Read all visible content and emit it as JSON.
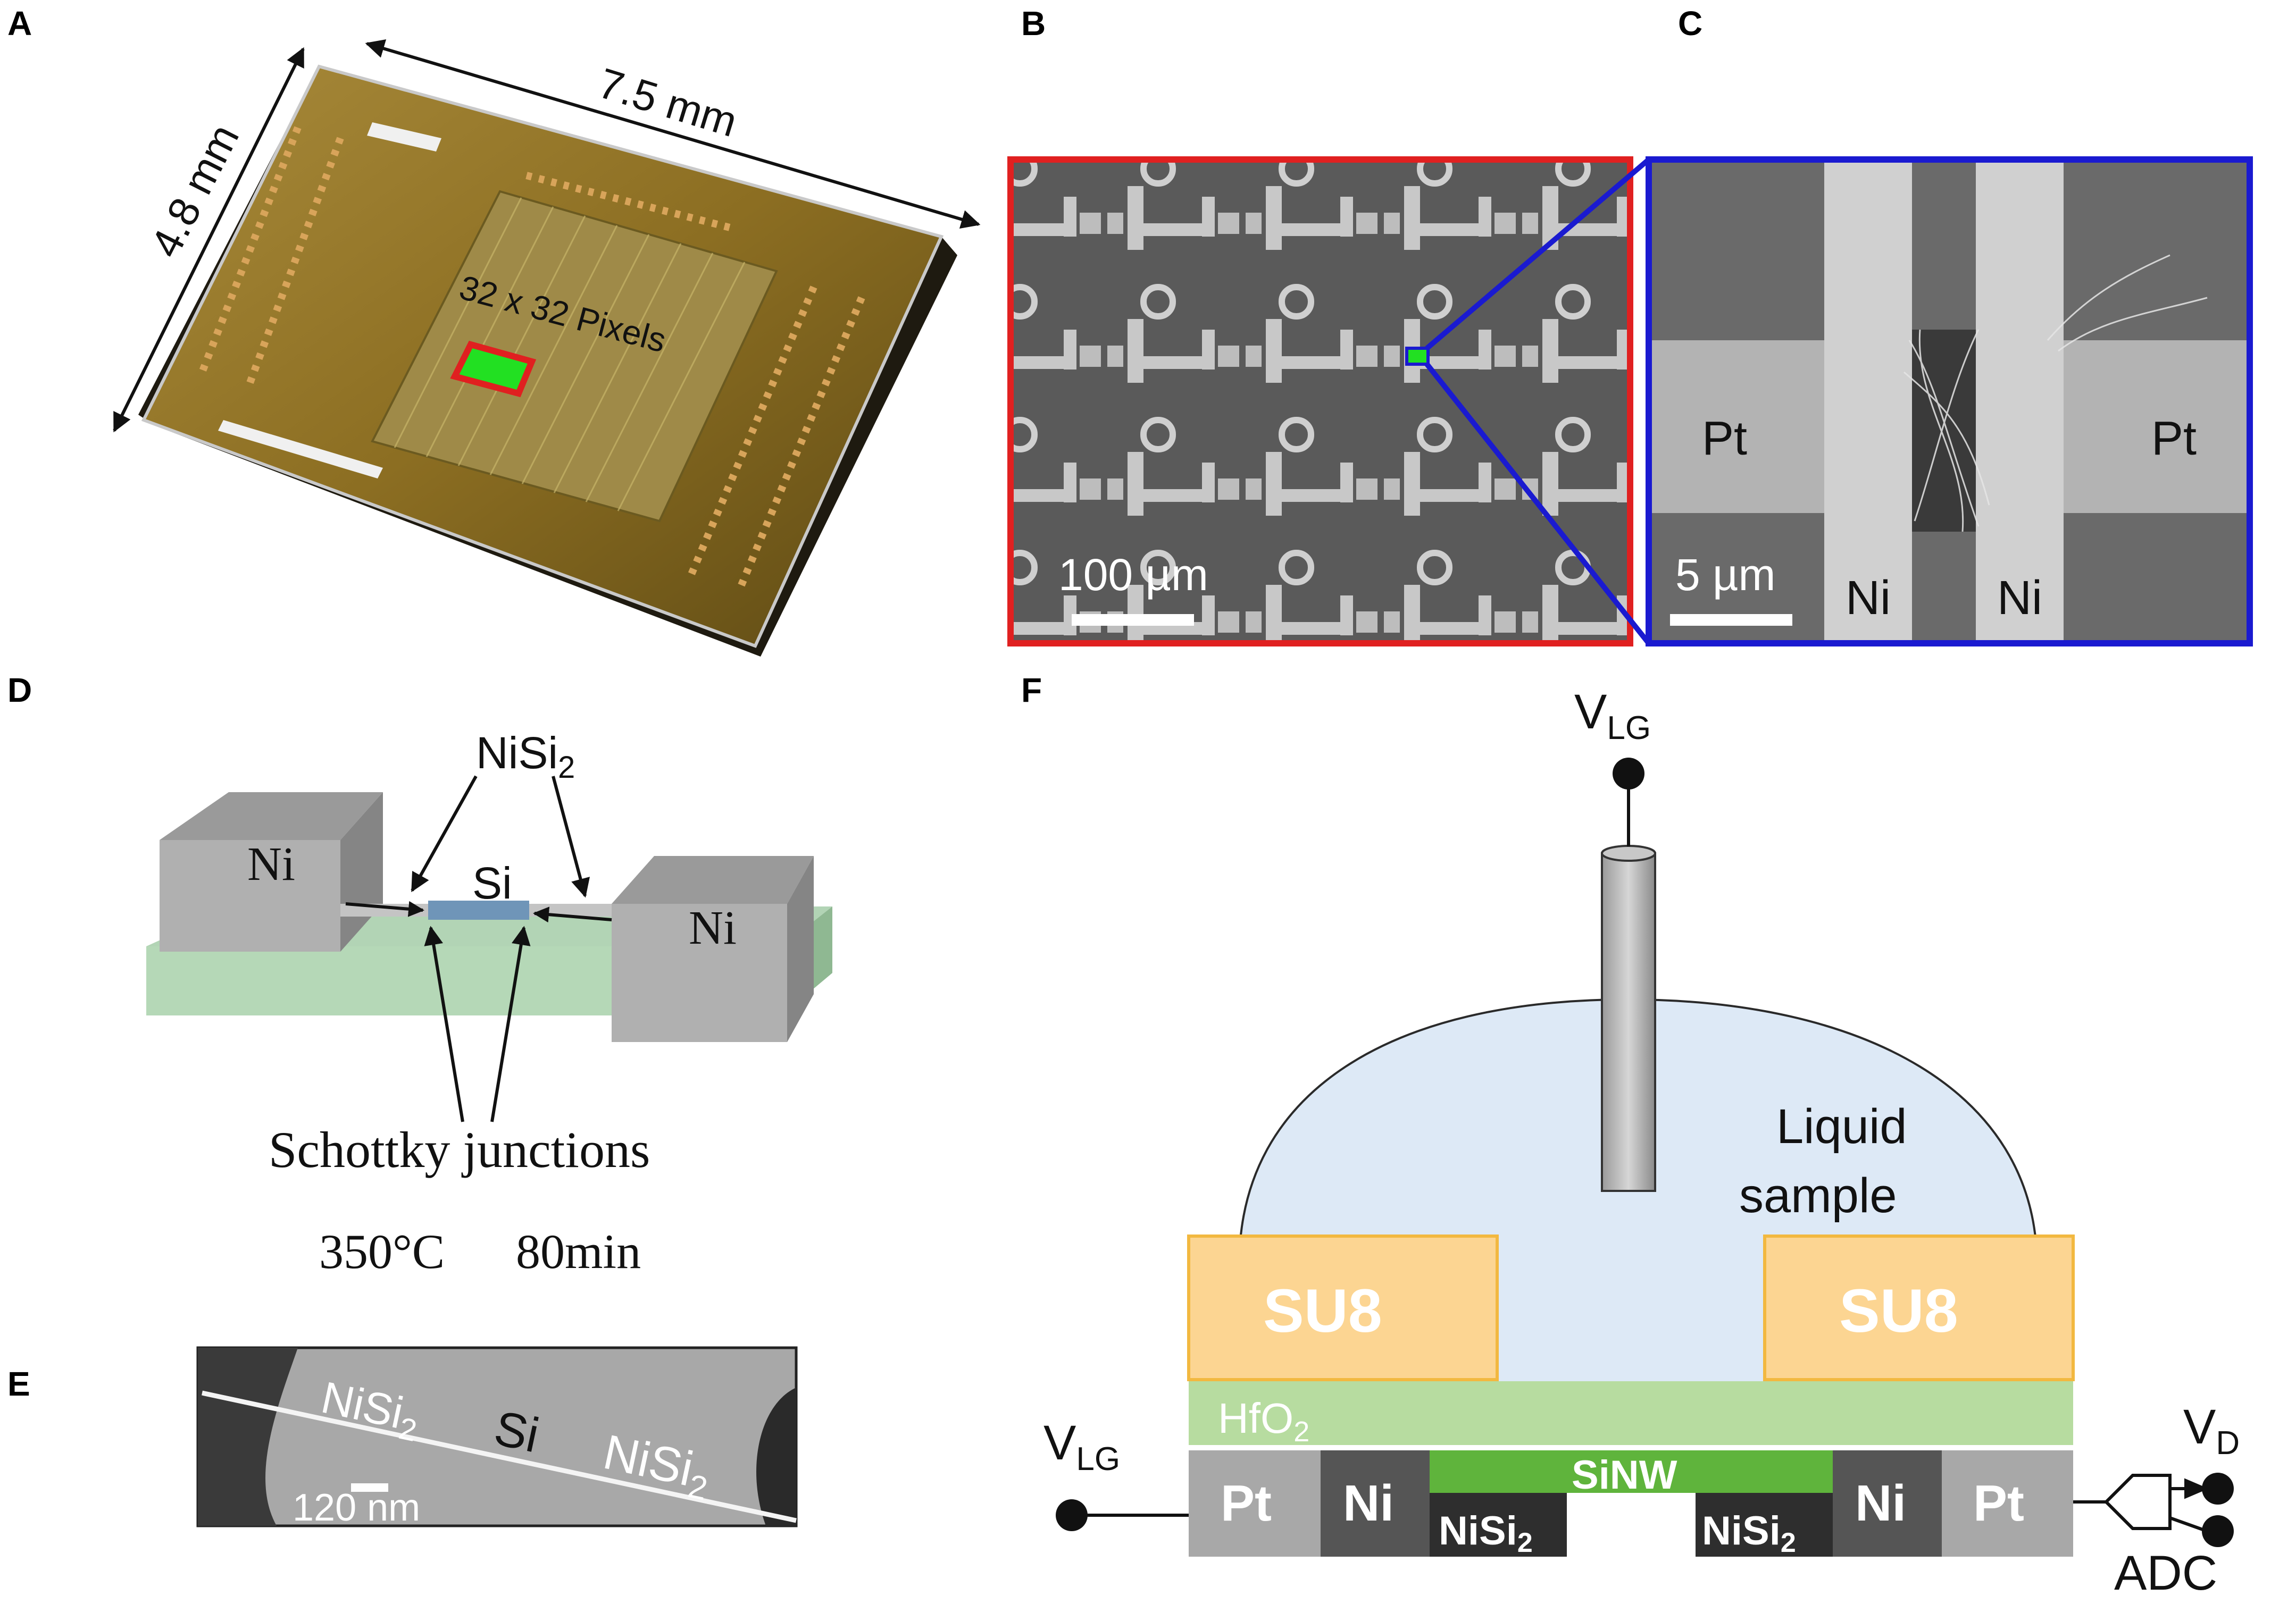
{
  "panels": {
    "A": {
      "letter": "A",
      "width_label": "7.5 mm",
      "height_label": "4.8 mm",
      "pixels_label": "32 x 32 Pixels"
    },
    "B": {
      "letter": "B",
      "scale_label": "100 µm"
    },
    "C": {
      "letter": "C",
      "scale_label": "5 µm",
      "pt_left": "Pt",
      "pt_right": "Pt",
      "ni_left": "Ni",
      "ni_right": "Ni"
    },
    "D": {
      "letter": "D",
      "nisi2_main": "NiSi",
      "nisi2_sub": "2",
      "si_label": "Si",
      "ni_left": "Ni",
      "ni_right": "Ni",
      "junctions_label": "Schottky junctions",
      "temp_label": "350°C",
      "time_label": "80min"
    },
    "E": {
      "letter": "E",
      "nisi_left_main": "NiSi",
      "nisi_left_sub": "2",
      "si_label": "Si",
      "nisi_right_main": "NiSi",
      "nisi_right_sub": "2",
      "scale_label": "120 nm"
    },
    "F": {
      "letter": "F",
      "vlg_top_main": "V",
      "vlg_top_sub": "LG",
      "vlg_left_main": "V",
      "vlg_left_sub": "LG",
      "vd_main": "V",
      "vd_sub": "D",
      "liquid_line1": "Liquid",
      "liquid_line2": "sample",
      "su8_left": "SU8",
      "su8_right": "SU8",
      "hfo2_main": "HfO",
      "hfo2_sub": "2",
      "pt_left": "Pt",
      "ni_left": "Ni",
      "sinw": "SiNW",
      "ni_right": "Ni",
      "pt_right": "Pt",
      "nisi2_left_main": "NiSi",
      "nisi2_left_sub": "2",
      "nisi2_right_main": "NiSi",
      "nisi2_right_sub": "2",
      "adc": "ADC"
    }
  },
  "colors": {
    "red_frame": "#e02020",
    "blue_frame": "#1a1ad0",
    "green_box": "#22e022",
    "su8_fill": "#fcd592",
    "su8_stroke": "#f2b840",
    "hfo2": "#b7dca0",
    "sinw": "#5fb43c",
    "pt_gray": "#a8a8a8",
    "ni_dark": "#555555",
    "nisi_dark": "#2e2e2e",
    "liquid": "#dde9f6"
  }
}
